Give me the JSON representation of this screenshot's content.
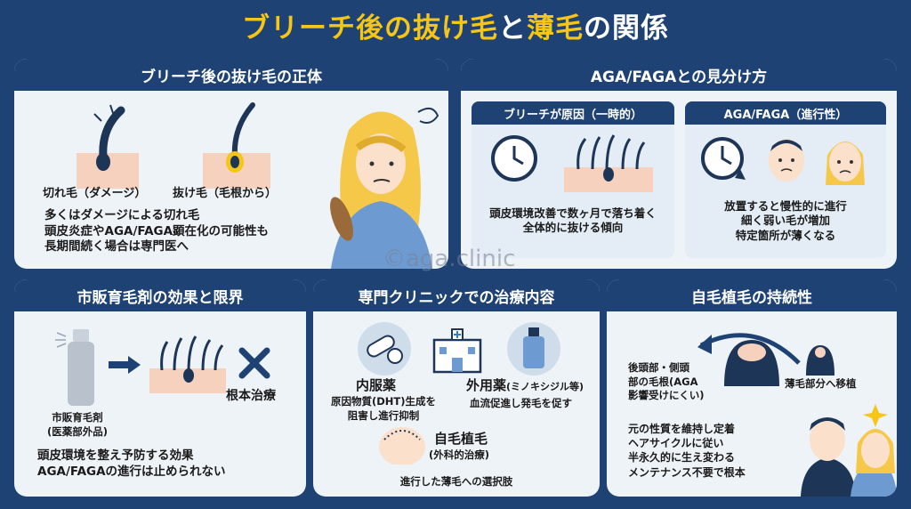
{
  "title": {
    "part1": "ブリーチ後の",
    "part2": "抜け毛",
    "part3": "と",
    "part4": "薄毛",
    "part5": "の関係"
  },
  "watermark": "©aga.clinic",
  "panel1": {
    "heading": "ブリーチ後の抜け毛の正体",
    "label_cut": "切れ毛（ダメージ）",
    "label_pulled": "抜け毛（毛根から）",
    "lines": [
      "多くはダメージによる切れ毛",
      "頭皮炎症やAGA/FAGA顕在化の可能性も",
      "長期間続く場合は専門医へ"
    ]
  },
  "panel2": {
    "heading": "AGA/FAGAとの見分け方",
    "left": {
      "heading": "ブリーチが原因（一時的）",
      "lines": [
        "頭皮環境改善で数ヶ月で落ち着く",
        "全体的に抜ける傾向"
      ]
    },
    "right": {
      "heading": "AGA/FAGA（進行性）",
      "lines": [
        "放置すると慢性的に進行",
        "細く弱い毛が増加",
        "特定箇所が薄くなる"
      ]
    }
  },
  "panel3": {
    "heading": "市販育毛剤の効果と限界",
    "product_label": [
      "市販育毛剤",
      "(医薬部外品)"
    ],
    "no_root": "根本治療",
    "lines": [
      "頭皮環境を整え予防する効果",
      "AGA/FAGAの進行は止められない"
    ]
  },
  "panel4": {
    "heading": "専門クリニックでの治療内容",
    "oral_title": "内服薬",
    "oral_lines": [
      "原因物質(DHT)生成を",
      "阻害し進行抑制"
    ],
    "topical_title": "外用薬",
    "topical_sub": "(ミノキシジル等)",
    "topical_line": "血流促進し発毛を促す",
    "transplant_title": "自毛植毛",
    "transplant_sub": "(外科的治療)",
    "bottom": "進行した薄毛への選択肢"
  },
  "panel5": {
    "heading": "自毛植毛の持続性",
    "donor_lines": [
      "後頭部・側頭",
      "部の毛根(AGA",
      "影響受けにくい)"
    ],
    "move": "薄毛部分へ移植",
    "lines": [
      "元の性質を維持し定着",
      "ヘアサイクルに従い",
      "半永久的に生え変わる",
      "メンテナンス不要で根本"
    ]
  }
}
